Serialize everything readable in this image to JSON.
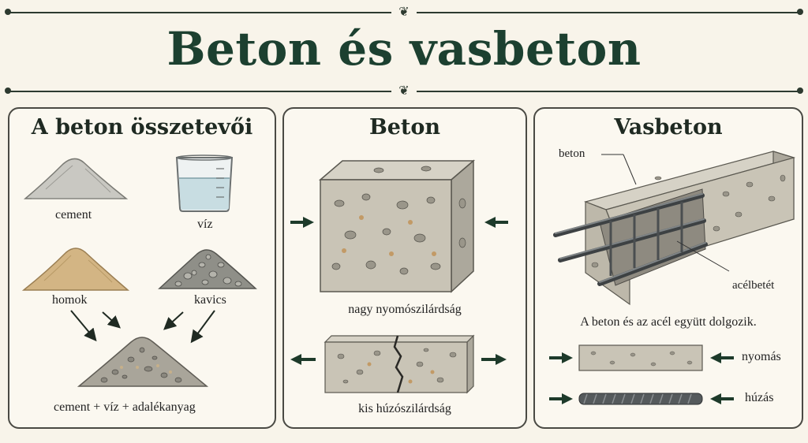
{
  "title": "Beton és vasbeton",
  "panels": {
    "ingredients": {
      "title": "A beton összetevői",
      "items": {
        "cement": "cement",
        "water": "víz",
        "sand": "homok",
        "gravel": "kavics"
      },
      "result": "cement + víz + adalékanyag"
    },
    "concrete": {
      "title": "Beton",
      "compression_label": "nagy nyomószilárdság",
      "tension_label": "kis húzószilárdság"
    },
    "reinforced": {
      "title": "Vasbeton",
      "concrete_callout": "beton",
      "steel_callout": "acélbetét",
      "caption": "A beton és az acél együtt dolgozik.",
      "compression_label": "nyomás",
      "tension_label": "húzás"
    }
  },
  "colors": {
    "title": "#1c4030",
    "arrow": "#1d3a2a",
    "concrete": "#c9c4b6",
    "steel": "#555a5c",
    "sand": "#d3b584"
  }
}
